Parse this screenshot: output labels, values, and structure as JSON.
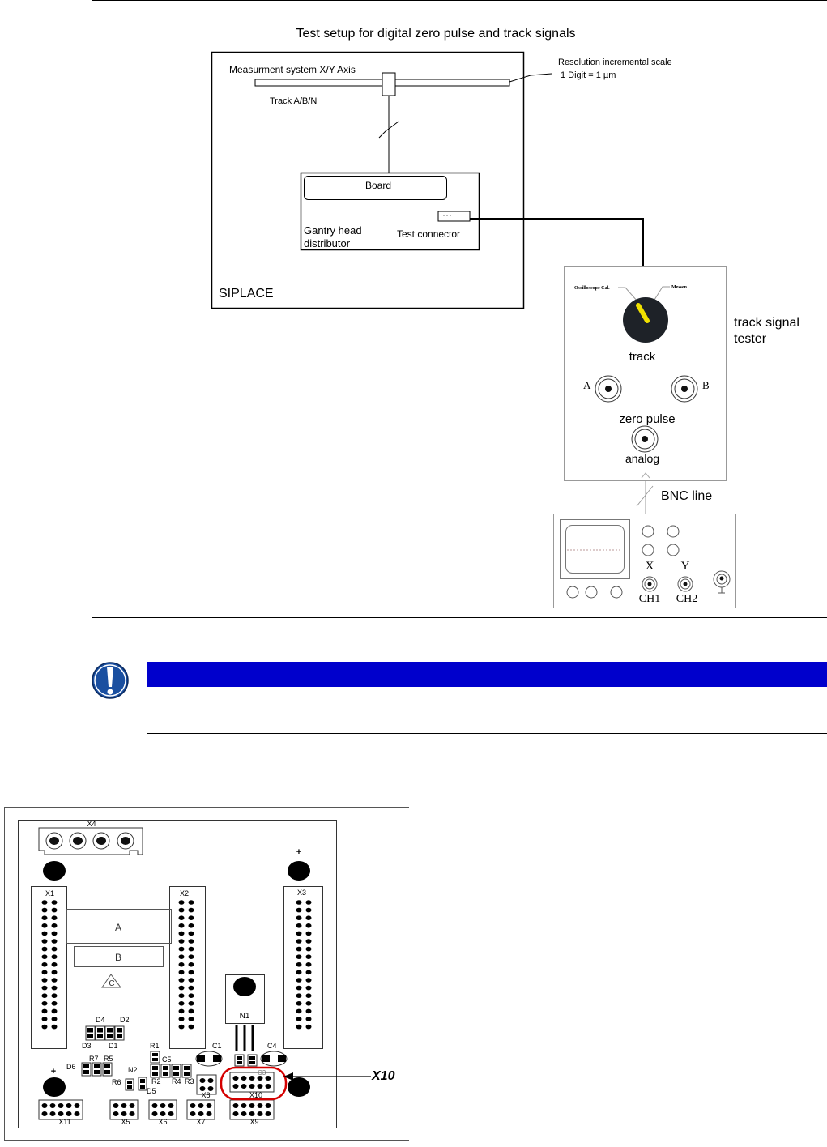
{
  "diagram": {
    "title": "Test setup for digital zero pulse and track signals",
    "measurement_system": "Measurment system X/Y Axis",
    "track_label": "Track A/B/N",
    "resolution_line1": "Resolution incremental scale",
    "resolution_line2": "1 Digit = 1 µm",
    "board": "Board",
    "gantry_line1": "Gantry head",
    "gantry_line2": "distributor",
    "test_connector": "Test connector",
    "siplace": "SIPLACE",
    "tester": {
      "osc_cal": "Oscilloscope Cal.",
      "messen": "Messen",
      "track": "track",
      "a": "A",
      "b": "B",
      "zero_pulse": "zero pulse",
      "analog": "analog",
      "label_line1": "track signal",
      "label_line2": "tester"
    },
    "bnc_line": "BNC line",
    "oscilloscope": {
      "x": "X",
      "y": "Y",
      "ch1": "CH1",
      "ch2": "CH2"
    },
    "knob_pointer_color": "#f0e000"
  },
  "notice": {
    "icon": "exclamation-icon",
    "bar_color": "#0000cc",
    "icon_color": "#1a4fa0"
  },
  "pcb": {
    "connectors": {
      "x1": "X1",
      "x2": "X2",
      "x3": "X3",
      "x4": "X4",
      "x5": "X5",
      "x6": "X6",
      "x7": "X7",
      "x8": "X8",
      "x9": "X9",
      "x10": "X10",
      "x11": "X11"
    },
    "areas": {
      "a": "A",
      "b": "B",
      "c": "C"
    },
    "components": {
      "n1": "N1",
      "n2": "N2",
      "d1": "D1",
      "d2": "D2",
      "d3": "D3",
      "d4": "D4",
      "d5": "D5",
      "d6": "D6",
      "r1": "R1",
      "r2": "R2",
      "r3": "R3",
      "r4": "R4",
      "r5": "R5",
      "r6": "R6",
      "r7": "R7",
      "c1": "C1",
      "c3": "C3",
      "c4": "C4",
      "c5": "C5"
    },
    "callout": "X10",
    "highlight_color": "#d40000"
  }
}
